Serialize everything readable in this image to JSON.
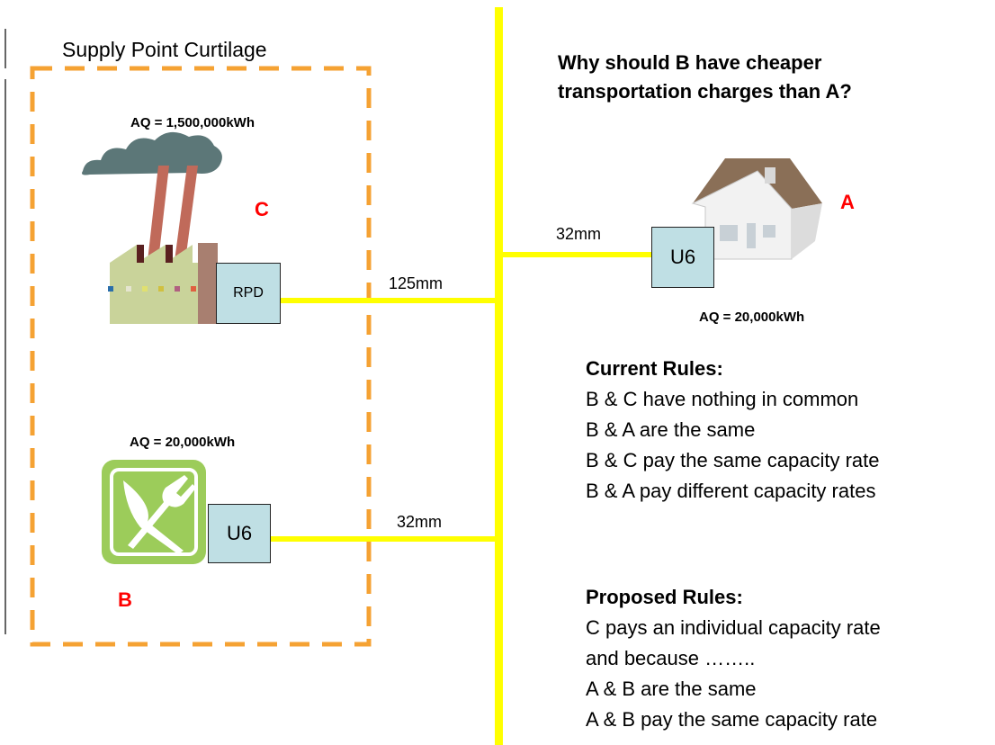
{
  "curtilage_label": "Supply Point Curtilage",
  "question": {
    "line1": "Why should B have cheaper",
    "line2": "transportation charges than A?"
  },
  "sites": {
    "c": {
      "label": "C",
      "aq": "AQ = 1,500,000kWh",
      "meter": "RPD",
      "pipe": "125mm",
      "icon": "factory-icon"
    },
    "b": {
      "label": "B",
      "aq": "AQ = 20,000kWh",
      "meter": "U6",
      "pipe": "32mm",
      "icon": "restaurant-fork-knife-icon"
    },
    "a": {
      "label": "A",
      "aq": "AQ = 20,000kWh",
      "meter": "U6",
      "pipe": "32mm",
      "icon": "house-icon"
    }
  },
  "current_rules": {
    "heading": "Current Rules:",
    "items": [
      "B & C have nothing in common",
      "B & A are the same",
      "B & C pay the same capacity rate",
      "B & A pay different capacity rates"
    ]
  },
  "proposed_rules": {
    "heading": "Proposed Rules:",
    "items": [
      "C pays an individual capacity rate",
      "and because ……..",
      "A & B are the same",
      "A & B pay the same capacity rate"
    ]
  },
  "colors": {
    "pipe": "#ffff00",
    "curtilage_border": "#f5a233",
    "meter_fill": "#bfdfe4",
    "site_label": "#ff0000",
    "restaurant_fill": "#9ccc5a"
  }
}
